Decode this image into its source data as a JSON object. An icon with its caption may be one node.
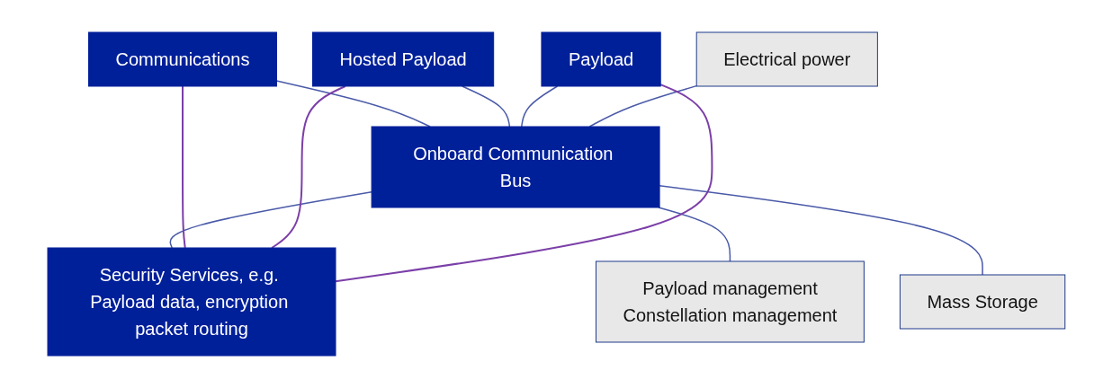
{
  "diagram": {
    "nodes": [
      {
        "text": [
          "Communications"
        ]
      },
      {
        "text": [
          "Hosted Payload"
        ]
      },
      {
        "text": [
          "Payload"
        ]
      },
      {
        "text": [
          "Electrical power"
        ]
      },
      {
        "text": [
          "Onboard Communication Bus"
        ]
      },
      {
        "text": [
          "Security Services, e.g. Payload data, encryption packet routing"
        ]
      },
      {
        "text": [
          "Payload management",
          "Constellation management"
        ]
      },
      {
        "text": [
          "Mass Storage"
        ]
      }
    ],
    "edges": [
      {
        "from": 0,
        "to": 4,
        "arrow": "none"
      },
      {
        "from": 1,
        "to": 4,
        "arrow": "none"
      },
      {
        "from": 2,
        "to": 4,
        "arrow": "none"
      },
      {
        "from": 3,
        "to": 4,
        "arrow": "none"
      },
      {
        "from": 4,
        "to": 5,
        "arrow": "none"
      },
      {
        "from": 4,
        "to": 6,
        "arrow": "none"
      },
      {
        "from": 4,
        "to": 7,
        "arrow": "none"
      },
      {
        "from": 0,
        "to": 5,
        "arrow": "none",
        "color": "#7b3fa8"
      },
      {
        "from": 1,
        "to": 5,
        "arrow": "none",
        "color": "#7b3fa8"
      },
      {
        "from": 2,
        "to": 5,
        "arrow": "none",
        "color": "#7b3fa8"
      }
    ]
  }
}
